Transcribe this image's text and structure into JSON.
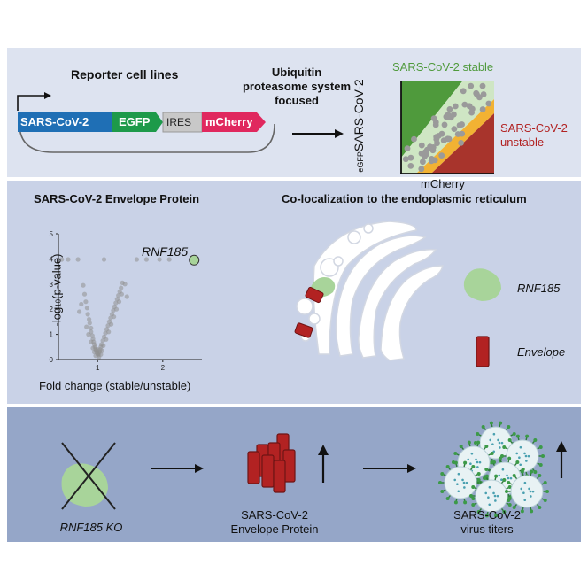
{
  "panel1": {
    "reporter_title": "Reporter cell lines",
    "construct": {
      "sars": "SARS-CoV-2",
      "egfp": "EGFP",
      "ires": "IRES",
      "mcherry": "mCherry"
    },
    "ups_line1": "Ubiquitin",
    "ups_line2": "proteasome system",
    "ups_line3": "focused",
    "stable_label": "SARS-CoV-2 stable",
    "unstable_line1": "SARS-CoV-2",
    "unstable_line2": "unstable",
    "y_sub": "eGFP",
    "y_main": "SARS-CoV-2",
    "x_label": "mCherry",
    "colors": {
      "stable": "#4f9a3c",
      "unstable": "#b22222",
      "sars_box": "#1f6fb5",
      "egfp_box": "#1d9a4a",
      "mcherry_box": "#e0285e"
    }
  },
  "panel2": {
    "volcano_title": "SARS-CoV-2 Envelope Protein",
    "hit_label": "RNF185",
    "y_label": "-log",
    "y_sub": "10",
    "y_label_end": "(p-value)",
    "x_label": "Fold change (stable/unstable)",
    "coloc_title": "Co-localization to the endoplasmic reticulum",
    "legend_rnf": "RNF185",
    "legend_envelope": "Envelope"
  },
  "panel3": {
    "ko_label": "RNF185 KO",
    "envelope_line1": "SARS-CoV-2",
    "envelope_line2": "Envelope Protein",
    "titers_line1": "SARS-CoV-2",
    "titers_line2": "virus titers"
  },
  "chart_data": {
    "type": "scatter",
    "title": "SARS-CoV-2 Envelope Protein",
    "xlabel": "Fold change (stable/unstable)",
    "ylabel": "-log10(p-value)",
    "xlim": [
      0.4,
      2.6
    ],
    "ylim": [
      0,
      5
    ],
    "x_ticks": [
      "1",
      "2"
    ],
    "y_ticks": [
      "0",
      "1",
      "2",
      "3",
      "4",
      "5"
    ],
    "highlight": {
      "name": "RNF185",
      "x": 2.48,
      "y": 3.95
    },
    "points": [
      [
        0.45,
        3.98
      ],
      [
        0.55,
        3.98
      ],
      [
        0.7,
        3.98
      ],
      [
        1.1,
        3.98
      ],
      [
        1.6,
        3.98
      ],
      [
        1.75,
        3.98
      ],
      [
        1.95,
        3.98
      ],
      [
        2.1,
        3.98
      ],
      [
        0.78,
        2.95
      ],
      [
        0.8,
        2.6
      ],
      [
        0.82,
        2.3
      ],
      [
        0.84,
        2.05
      ],
      [
        0.85,
        1.8
      ],
      [
        0.87,
        1.6
      ],
      [
        0.88,
        1.45
      ],
      [
        0.9,
        1.25
      ],
      [
        0.9,
        1.1
      ],
      [
        0.92,
        0.95
      ],
      [
        0.93,
        0.82
      ],
      [
        0.94,
        0.7
      ],
      [
        0.95,
        0.6
      ],
      [
        0.96,
        0.5
      ],
      [
        0.97,
        0.42
      ],
      [
        0.98,
        0.35
      ],
      [
        0.99,
        0.28
      ],
      [
        1.0,
        0.22
      ],
      [
        1.01,
        0.18
      ],
      [
        1.02,
        0.25
      ],
      [
        1.03,
        0.32
      ],
      [
        1.04,
        0.4
      ],
      [
        1.05,
        0.5
      ],
      [
        1.06,
        0.6
      ],
      [
        1.08,
        0.75
      ],
      [
        1.1,
        0.9
      ],
      [
        1.12,
        1.05
      ],
      [
        1.14,
        1.2
      ],
      [
        1.16,
        1.35
      ],
      [
        1.18,
        1.5
      ],
      [
        1.2,
        1.65
      ],
      [
        1.22,
        1.8
      ],
      [
        1.24,
        1.95
      ],
      [
        1.26,
        2.1
      ],
      [
        1.28,
        2.25
      ],
      [
        1.3,
        2.4
      ],
      [
        1.32,
        2.55
      ],
      [
        1.34,
        2.7
      ],
      [
        1.36,
        2.85
      ],
      [
        1.38,
        3.05
      ],
      [
        0.95,
        0.3
      ],
      [
        0.97,
        0.15
      ],
      [
        1.0,
        0.4
      ],
      [
        1.02,
        0.1
      ],
      [
        1.05,
        0.2
      ],
      [
        0.93,
        0.45
      ],
      [
        1.07,
        0.35
      ],
      [
        0.9,
        0.7
      ],
      [
        1.09,
        0.55
      ],
      [
        0.86,
        1.0
      ],
      [
        1.13,
        0.8
      ],
      [
        0.83,
        1.3
      ],
      [
        1.17,
        1.1
      ],
      [
        1.21,
        1.4
      ],
      [
        1.25,
        1.7
      ],
      [
        1.29,
        2.0
      ],
      [
        1.33,
        2.3
      ],
      [
        1.37,
        2.6
      ],
      [
        1.42,
        3.0
      ],
      [
        1.45,
        2.5
      ],
      [
        0.75,
        2.2
      ],
      [
        0.72,
        1.9
      ]
    ]
  }
}
